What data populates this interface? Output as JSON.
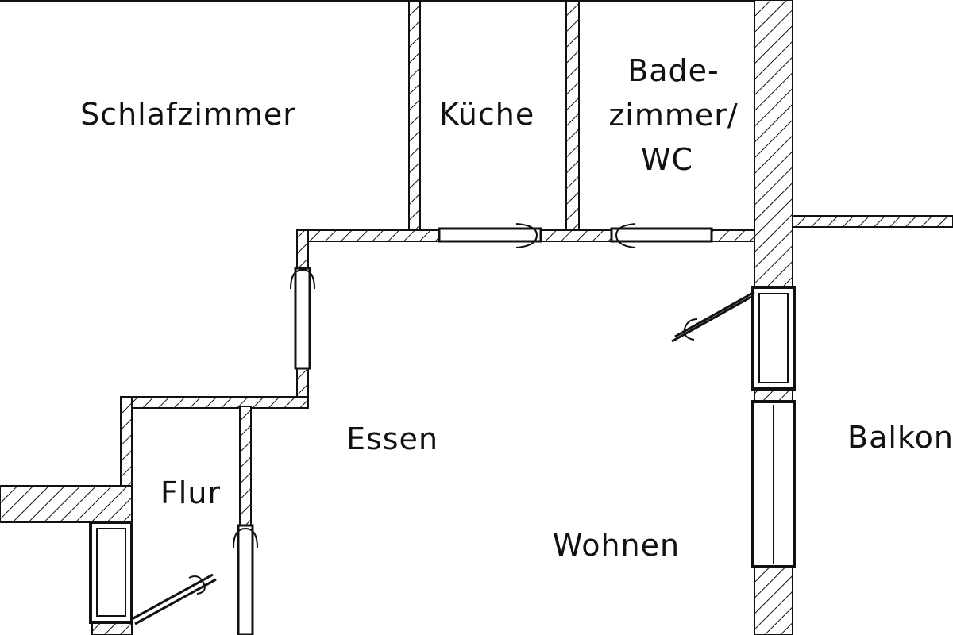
{
  "floorplan": {
    "rooms": {
      "schlafzimmer": "Schlafzimmer",
      "kueche": "Küche",
      "bad_line1": "Bade-",
      "bad_line2": "zimmer/",
      "bad_line3": "WC",
      "essen": "Essen",
      "flur": "Flur",
      "wohnen": "Wohnen",
      "balkon": "Balkon"
    },
    "colors": {
      "line": "#111111",
      "background": "#ffffff"
    }
  }
}
